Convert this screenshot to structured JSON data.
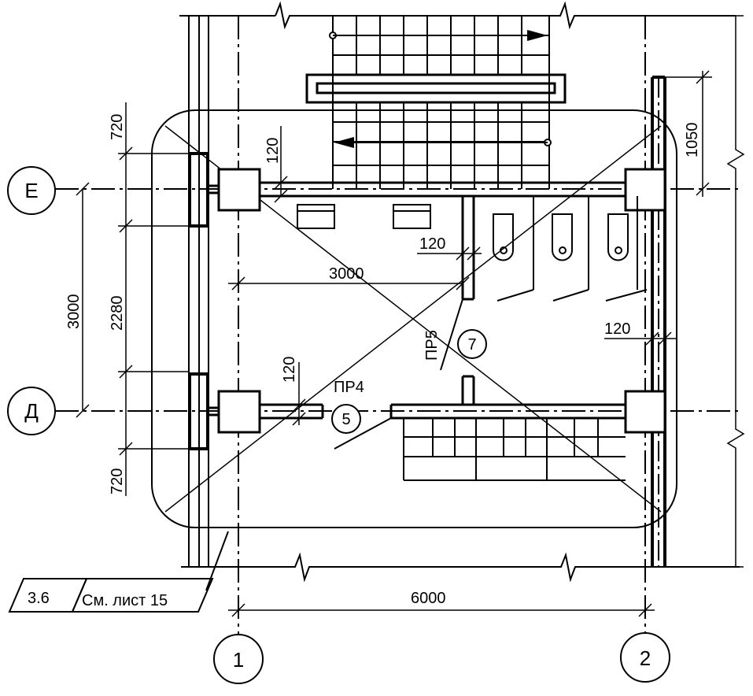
{
  "axes": {
    "rows": [
      {
        "label": "Е"
      },
      {
        "label": "Д"
      }
    ],
    "columns": [
      {
        "label": "1"
      },
      {
        "label": "2"
      }
    ]
  },
  "dimensions": {
    "top_offset_left": "720",
    "bottom_offset_left": "720",
    "axis_span_vertical": "3000",
    "room_height": "2280",
    "wall_thickness_top": "120",
    "wall_thickness_partition": "120",
    "wall_thickness_right": "120",
    "wall_thickness_bottom": "120",
    "internal_width": "3000",
    "top_right_offset": "1050",
    "axis_span_horizontal": "6000"
  },
  "marks": {
    "opening_1": "ПР4",
    "opening_2": "ПР5",
    "door_1": "5",
    "door_2": "7"
  },
  "reference": {
    "node": "3.6",
    "sheet": "См. лист 15"
  }
}
